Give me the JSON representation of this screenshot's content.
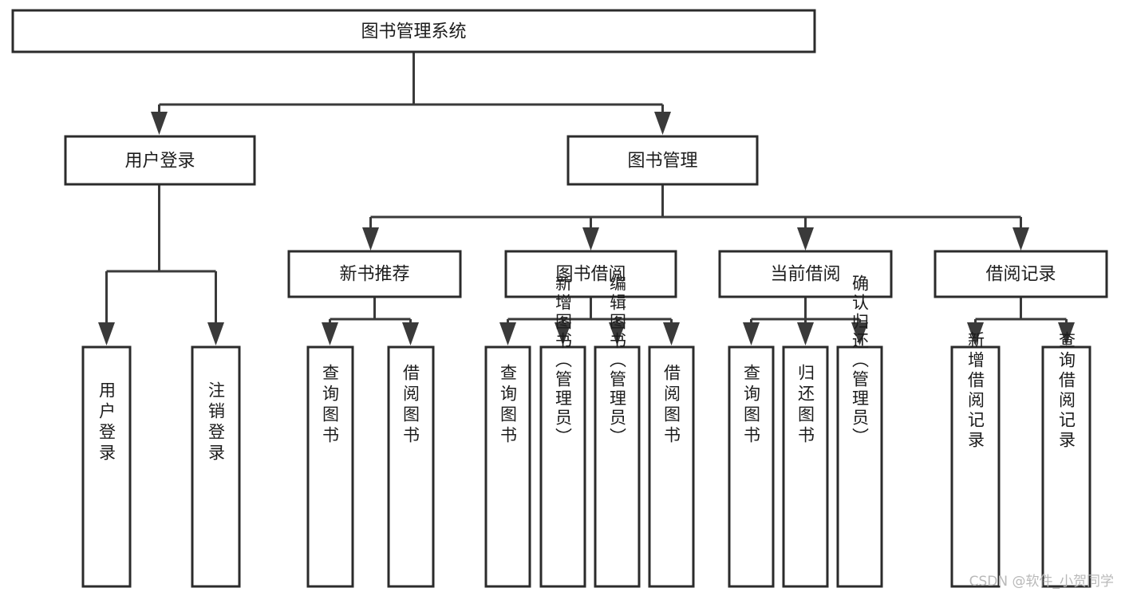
{
  "diagram": {
    "title": "图书管理系统",
    "type": "tree",
    "root": {
      "id": "root",
      "label": "图书管理系统",
      "orientation": "horizontal"
    },
    "level2": [
      {
        "id": "user-login",
        "label": "用户登录",
        "orientation": "horizontal"
      },
      {
        "id": "book-management",
        "label": "图书管理",
        "orientation": "horizontal"
      }
    ],
    "level3": [
      {
        "id": "new-book-recommend",
        "label": "新书推荐",
        "orientation": "horizontal",
        "parent": "book-management"
      },
      {
        "id": "book-borrow",
        "label": "图书借阅",
        "orientation": "horizontal",
        "parent": "book-management"
      },
      {
        "id": "current-borrow",
        "label": "当前借阅",
        "orientation": "horizontal",
        "parent": "book-management"
      },
      {
        "id": "borrow-record",
        "label": "借阅记录",
        "orientation": "horizontal",
        "parent": "book-management"
      }
    ],
    "leaves": [
      {
        "id": "leaf-user-login",
        "label": "用户登录",
        "orientation": "vertical",
        "parent": "user-login"
      },
      {
        "id": "leaf-logout",
        "label": "注销登录",
        "orientation": "vertical",
        "parent": "user-login"
      },
      {
        "id": "leaf-query-book-1",
        "label": "查询图书",
        "orientation": "vertical",
        "parent": "new-book-recommend"
      },
      {
        "id": "leaf-borrow-book-1",
        "label": "借阅图书",
        "orientation": "vertical",
        "parent": "new-book-recommend"
      },
      {
        "id": "leaf-query-book-2",
        "label": "查询图书",
        "orientation": "vertical",
        "parent": "book-borrow"
      },
      {
        "id": "leaf-add-book",
        "label": "新增图书（管理员）",
        "orientation": "vertical",
        "parent": "book-borrow"
      },
      {
        "id": "leaf-edit-book",
        "label": "编辑图书（管理员）",
        "orientation": "vertical",
        "parent": "book-borrow"
      },
      {
        "id": "leaf-borrow-book-2",
        "label": "借阅图书",
        "orientation": "vertical",
        "parent": "book-borrow"
      },
      {
        "id": "leaf-query-book-3",
        "label": "查询图书",
        "orientation": "vertical",
        "parent": "current-borrow"
      },
      {
        "id": "leaf-return-book",
        "label": "归还图书",
        "orientation": "vertical",
        "parent": "current-borrow"
      },
      {
        "id": "leaf-confirm-return",
        "label": "确认归还（管理员）",
        "orientation": "vertical",
        "parent": "current-borrow"
      },
      {
        "id": "leaf-add-record",
        "label": "新增借阅记录",
        "orientation": "vertical",
        "parent": "borrow-record"
      },
      {
        "id": "leaf-query-record",
        "label": "查询借阅记录",
        "orientation": "vertical",
        "parent": "borrow-record"
      }
    ],
    "watermark": "CSDN @软件_小贺同学",
    "colors": {
      "background": "#ffffff",
      "box_fill": "#ffffff",
      "box_stroke": "#2b2b2b",
      "connector": "#3a3a3a",
      "text": "#1c1c1c",
      "watermark": "#b9b9b9"
    }
  }
}
